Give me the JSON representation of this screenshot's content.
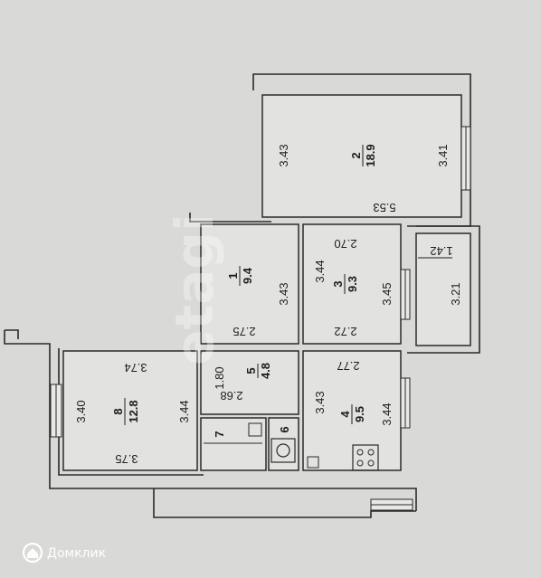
{
  "plan": {
    "rooms": [
      {
        "id": "1",
        "area": "9.4",
        "dims": [
          "3.43",
          "2.75"
        ]
      },
      {
        "id": "2",
        "area": "18.9",
        "dims": [
          "3.43",
          "3.41",
          "5.53"
        ]
      },
      {
        "id": "3",
        "area": "9.3",
        "dims": [
          "3.44",
          "3.45",
          "2.70",
          "2.72"
        ]
      },
      {
        "id": "4",
        "area": "9.5",
        "dims": [
          "3.43",
          "3.44",
          "2.77"
        ]
      },
      {
        "id": "5",
        "area": "4.8",
        "dims": [
          "1.80",
          "2.68"
        ]
      },
      {
        "id": "6"
      },
      {
        "id": "7"
      },
      {
        "id": "8",
        "area": "12.8",
        "dims": [
          "3.40",
          "3.44",
          "3.74",
          "3.75"
        ]
      }
    ],
    "balcony": {
      "dims": [
        "1.42",
        "3.21"
      ]
    }
  },
  "watermark": "etagi",
  "brand": {
    "name": "Домклик"
  },
  "colors": {
    "background": "#d9d9d7",
    "wall": "#2a2a2a",
    "room_fill": "#e2e2e0"
  }
}
